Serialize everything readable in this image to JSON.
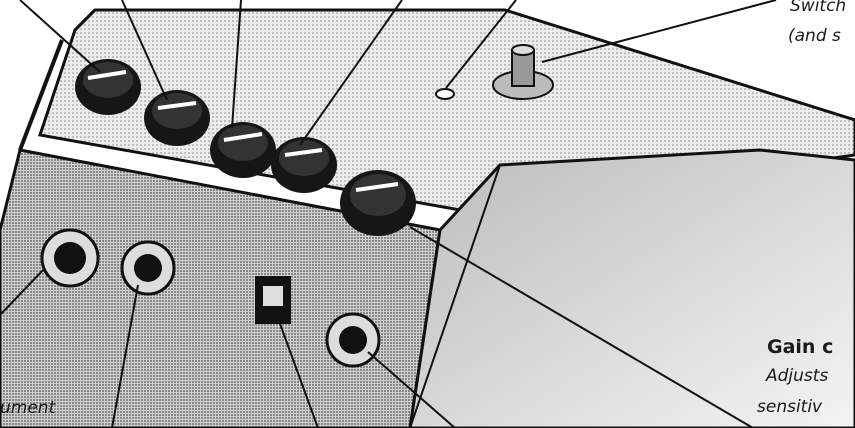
{
  "labels": {
    "switch_line1": "Switch",
    "switch_line2": "(and s",
    "gain_title": "Gain c",
    "gain_desc_line1": "Adjusts",
    "gain_desc_line2": "sensitiv",
    "instrument_fragment": "ument"
  },
  "colors": {
    "ink": "#111111",
    "panel": "#e4e4e4",
    "side": "#d0d0d0",
    "dark_side": "#bdbdbd",
    "knob": "#161616"
  },
  "icons": {
    "knob": "rotary-knob",
    "jack": "quarter-inch-jack",
    "footswitch": "stomp-footswitch",
    "led": "indicator-led",
    "power": "dc-power-socket"
  }
}
